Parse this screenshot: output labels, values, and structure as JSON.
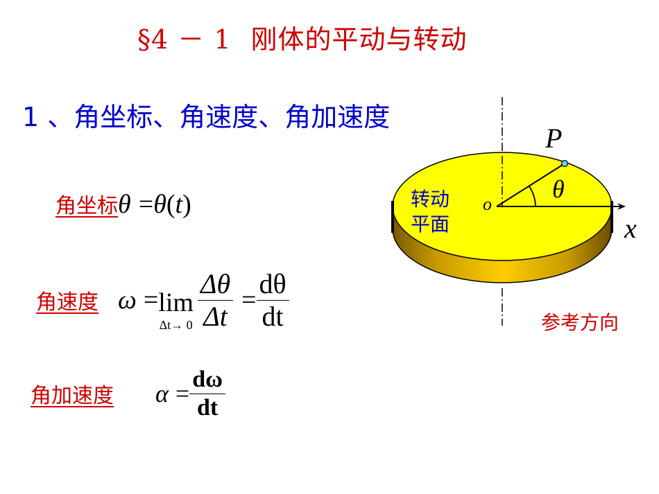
{
  "slide": {
    "title": {
      "section": "§4 － 1",
      "text": "刚体的平动与转动",
      "color": "#cc0000"
    },
    "subtitle": {
      "text": "1 、角坐标、角速度、角加速度",
      "color": "#0000cc"
    },
    "definitions": [
      {
        "label": "角坐标",
        "formula": "θ = θ(t)",
        "parts": {
          "lhs": "θ",
          "eq": "=",
          "rhs_func": "θ",
          "rhs_arg": "(t)"
        }
      },
      {
        "label": "角速度",
        "formula": "ω = lim_{Δt→0} Δθ/Δt = dθ/dt",
        "parts": {
          "lhs": "ω",
          "eq": "=",
          "lim": "lim",
          "lim_sub": "Δt→ 0",
          "frac1_num": "Δθ",
          "frac1_den": "Δt",
          "eq2": "=",
          "frac2_num": "dθ",
          "frac2_den": "dt"
        }
      },
      {
        "label": "角加速度",
        "formula": "α = dω/dt",
        "parts": {
          "lhs": "α",
          "eq": "=",
          "frac_num": "dω",
          "frac_den": "dt"
        }
      }
    ],
    "diagram": {
      "point_label": "P",
      "angle_label": "θ",
      "origin_label": "o",
      "axis_label": "x",
      "plane_label_line1": "转动",
      "plane_label_line2": "平面",
      "reference_label": "参考方向",
      "colors": {
        "disk_top": "#ffff00",
        "disk_side": "#e0b000",
        "point": "#66ccff",
        "plane_text": "#0000cc",
        "reference_text": "#cc0000"
      }
    }
  }
}
